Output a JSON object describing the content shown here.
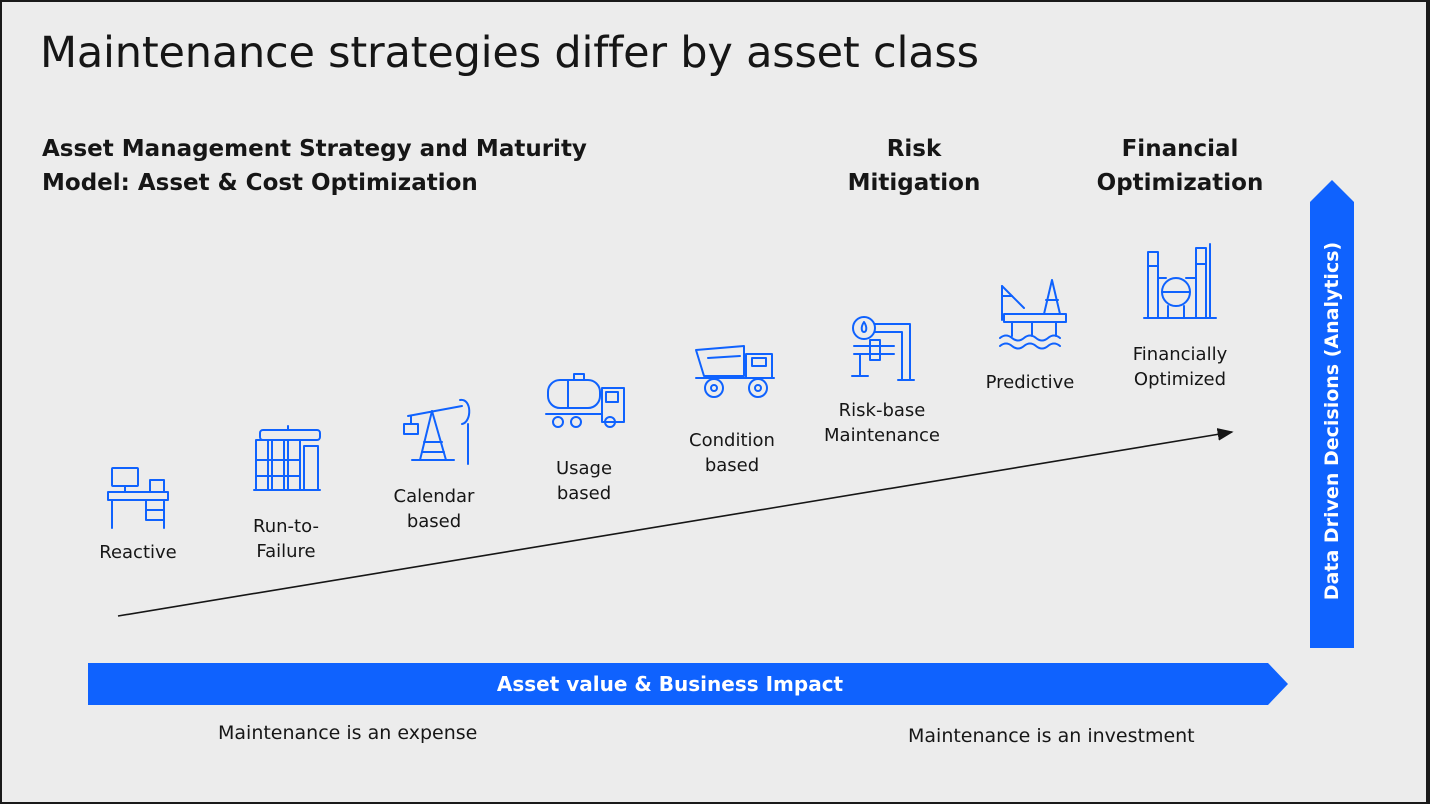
{
  "title": "Maintenance strategies differ by asset class",
  "subtitle": {
    "line1": "Asset Management Strategy and Maturity",
    "line2": "Model: Asset & Cost Optimization"
  },
  "headings": {
    "risk": {
      "line1": "Risk",
      "line2": "Mitigation"
    },
    "financial": {
      "line1": "Financial",
      "line2": "Optimization"
    }
  },
  "steps": [
    {
      "label": "Reactive",
      "icon": "workstation-desk-icon"
    },
    {
      "label": "Run-to-\nFailure",
      "icon": "industrial-machine-icon"
    },
    {
      "label": "Calendar\nbased",
      "icon": "oil-pump-jack-icon"
    },
    {
      "label": "Usage\nbased",
      "icon": "tanker-truck-icon"
    },
    {
      "label": "Condition\nbased",
      "icon": "dump-truck-icon"
    },
    {
      "label": "Risk-base\nMaintenance",
      "icon": "pipeline-valve-icon"
    },
    {
      "label": "Predictive",
      "icon": "offshore-rig-icon"
    },
    {
      "label": "Financially\nOptimized",
      "icon": "refinery-icon"
    }
  ],
  "horizontal_arrow_label": "Asset value & Business Impact",
  "vertical_arrow_label": "Data Driven Decisions (Analytics)",
  "bottom_notes": {
    "left": "Maintenance is an expense",
    "right": "Maintenance is an investment"
  },
  "colors": {
    "accent": "#0f62fe",
    "background": "#ececec",
    "text": "#161616"
  }
}
